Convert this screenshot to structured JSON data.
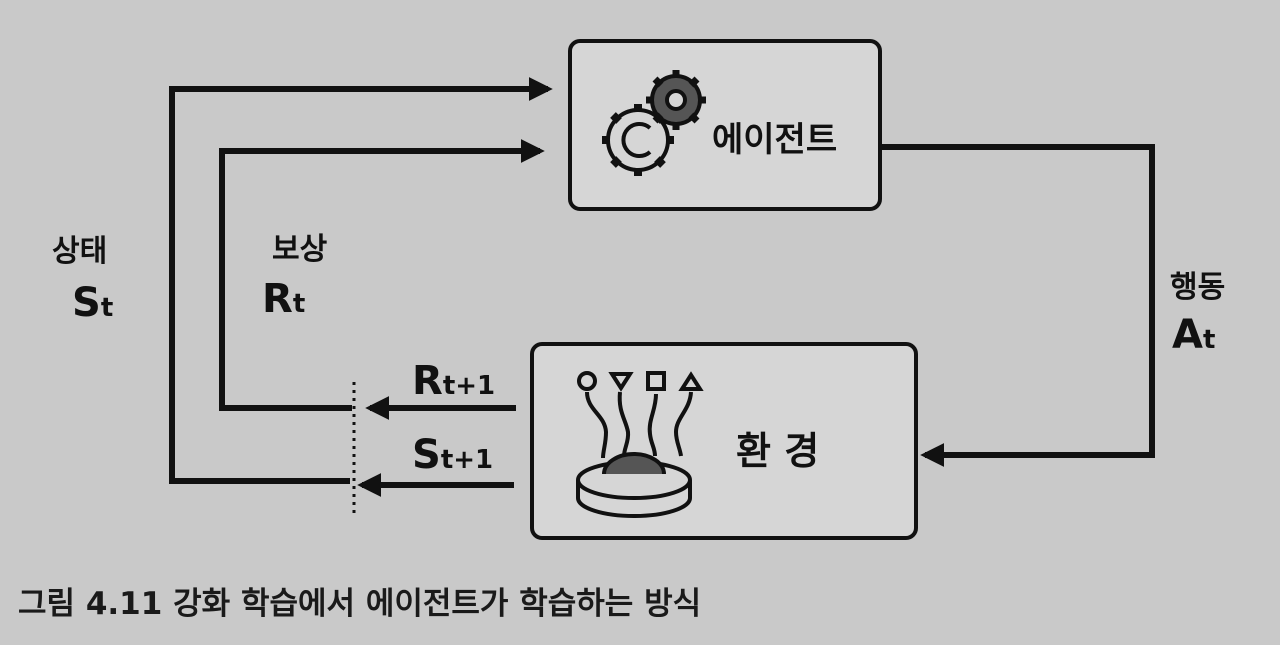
{
  "diagram": {
    "agent": {
      "label": "에이전트",
      "icon": "gears-icon"
    },
    "environment": {
      "label": "환 경",
      "icon": "environment-platform-icon"
    },
    "state": {
      "label": "상태",
      "symbol": "S",
      "sub": "t"
    },
    "reward": {
      "label": "보상",
      "symbol": "R",
      "sub": "t"
    },
    "action": {
      "label": "행동",
      "symbol": "A",
      "sub": "t"
    },
    "next_reward": {
      "symbol": "R",
      "sub": "t+1"
    },
    "next_state": {
      "symbol": "S",
      "sub": "t+1"
    }
  },
  "caption": "그림 4.11 강화 학습에서 에이전트가 학습하는 방식",
  "colors": {
    "background": "#c9c9c9",
    "ink": "#111111",
    "box_fill": "#d6d6d6"
  }
}
